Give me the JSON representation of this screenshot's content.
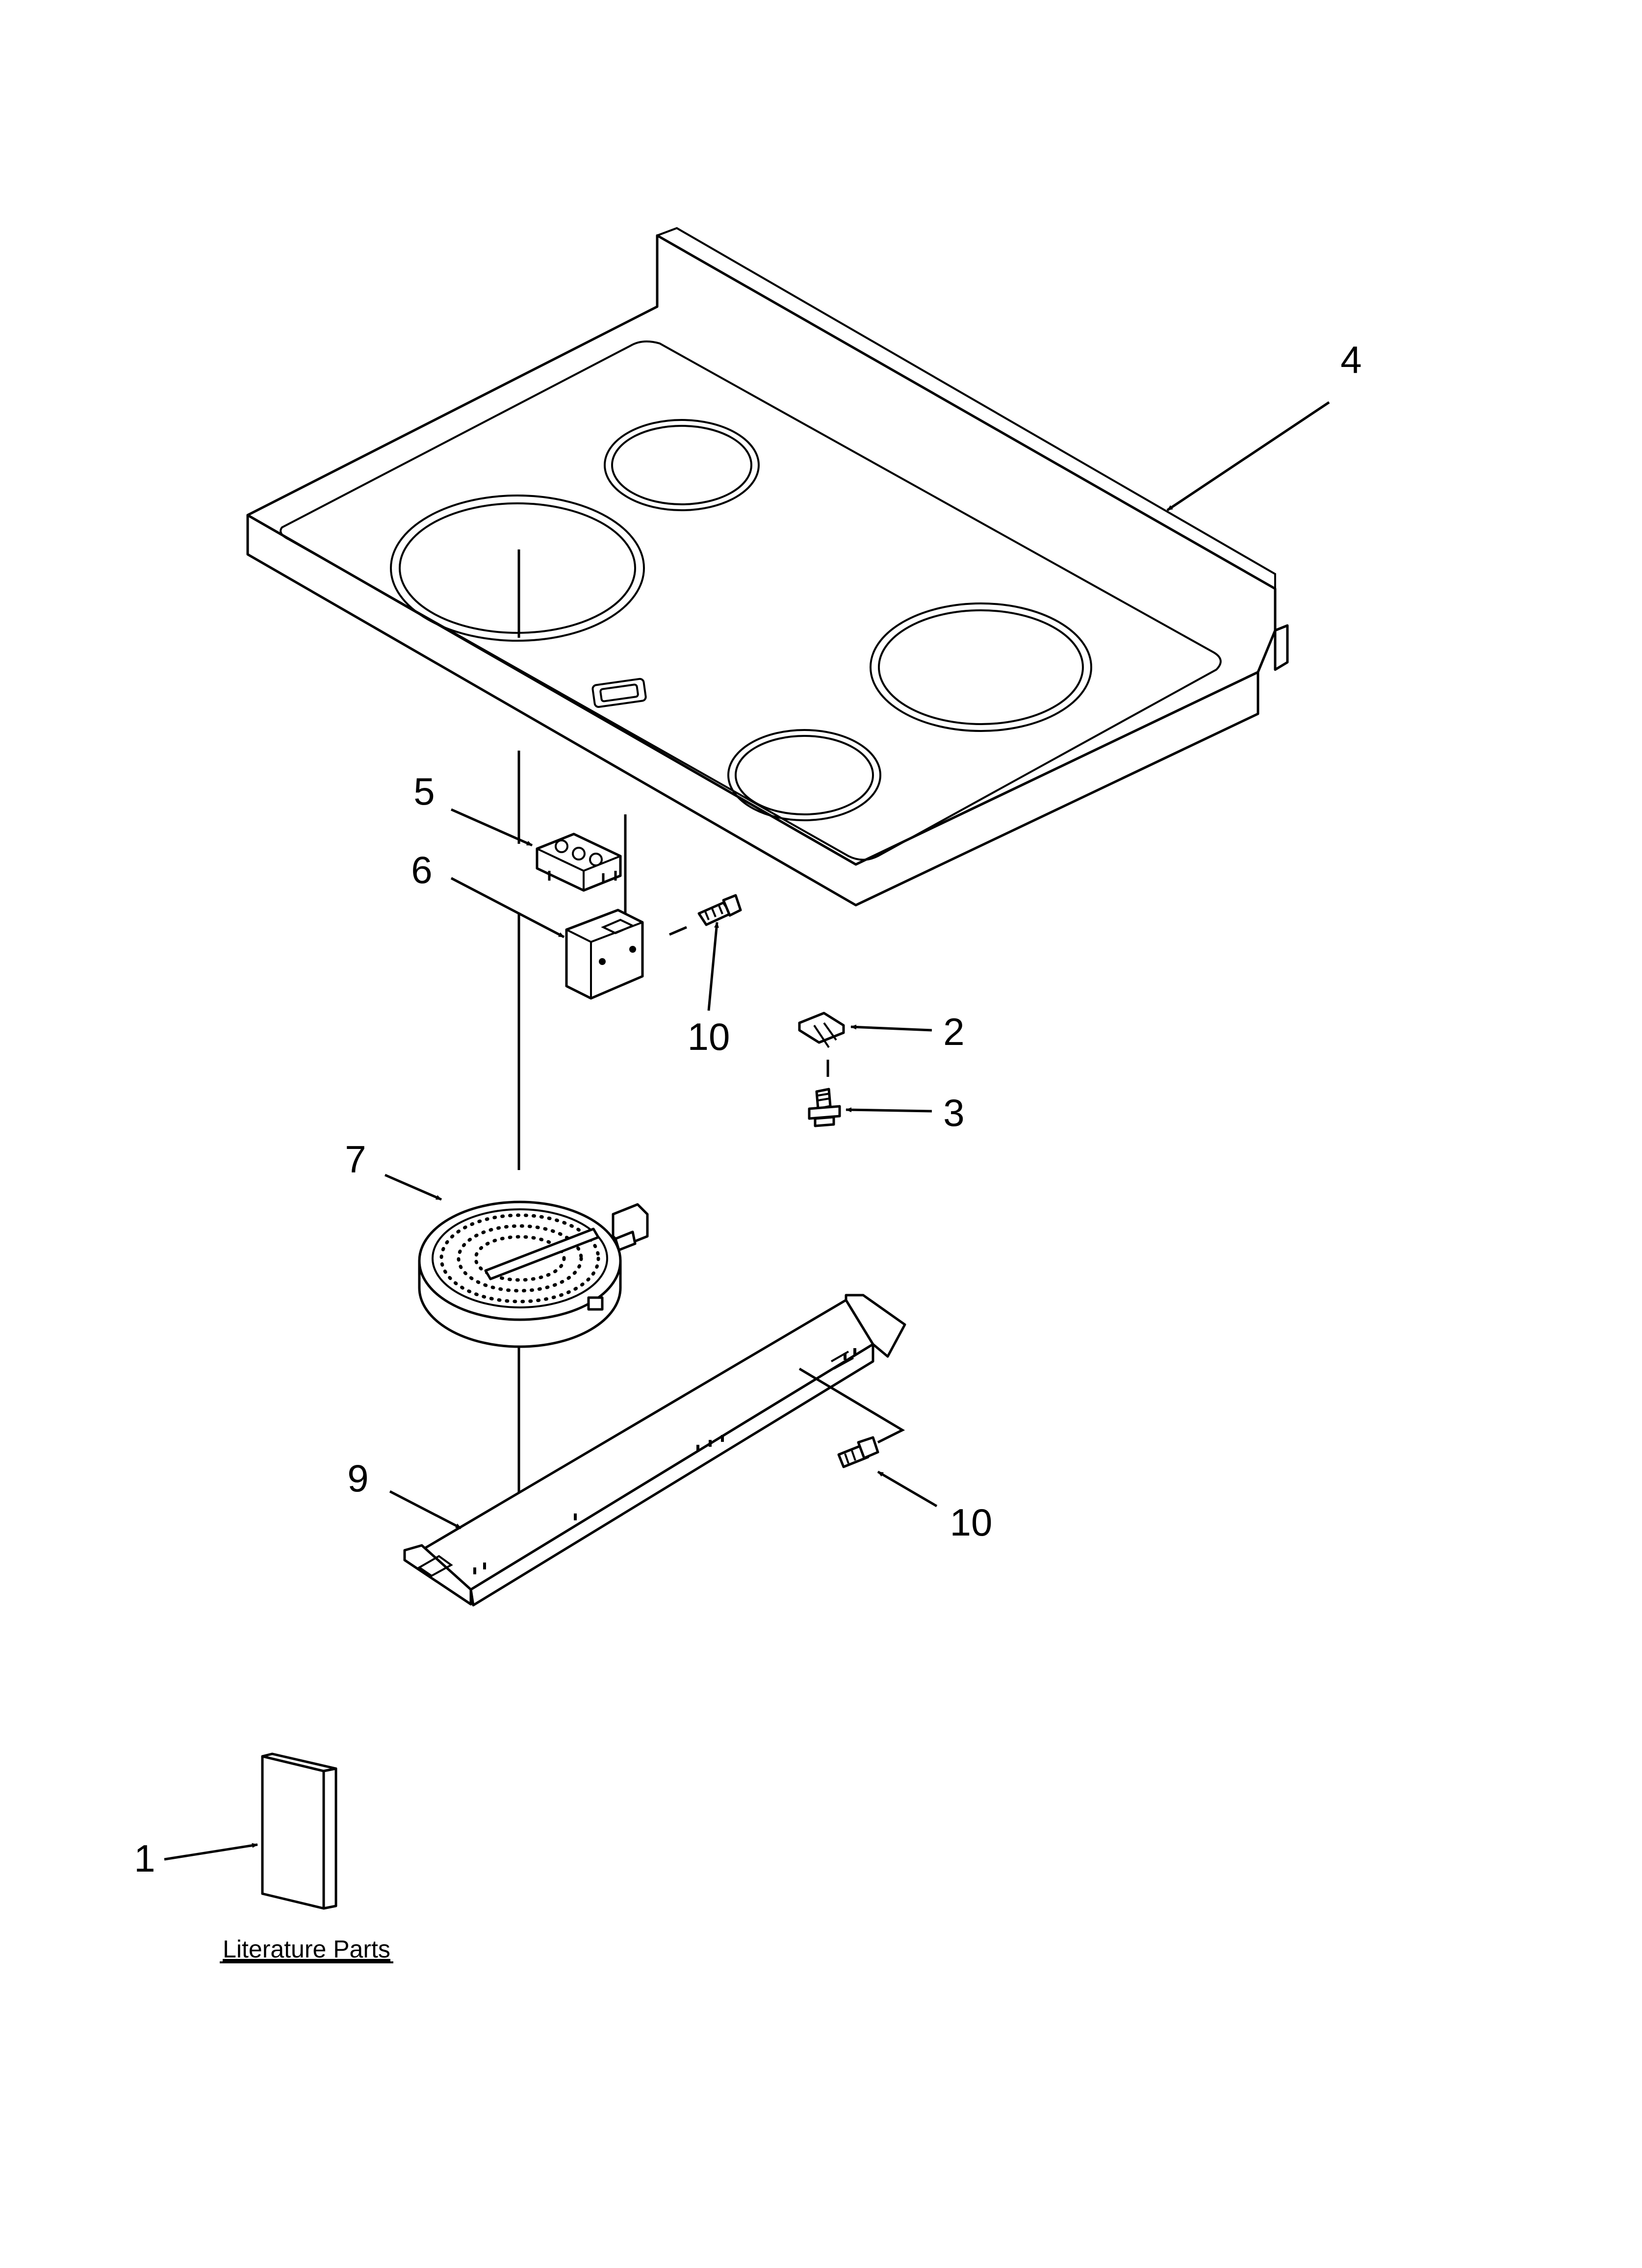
{
  "callouts": [
    {
      "id": "4",
      "label": "4"
    },
    {
      "id": "5",
      "label": "5"
    },
    {
      "id": "6",
      "label": "6"
    },
    {
      "id": "10a",
      "label": "10"
    },
    {
      "id": "2",
      "label": "2"
    },
    {
      "id": "3",
      "label": "3"
    },
    {
      "id": "7",
      "label": "7"
    },
    {
      "id": "9",
      "label": "9"
    },
    {
      "id": "10b",
      "label": "10"
    },
    {
      "id": "1",
      "label": "1"
    }
  ],
  "literature": {
    "caption": "Literature Parts"
  }
}
